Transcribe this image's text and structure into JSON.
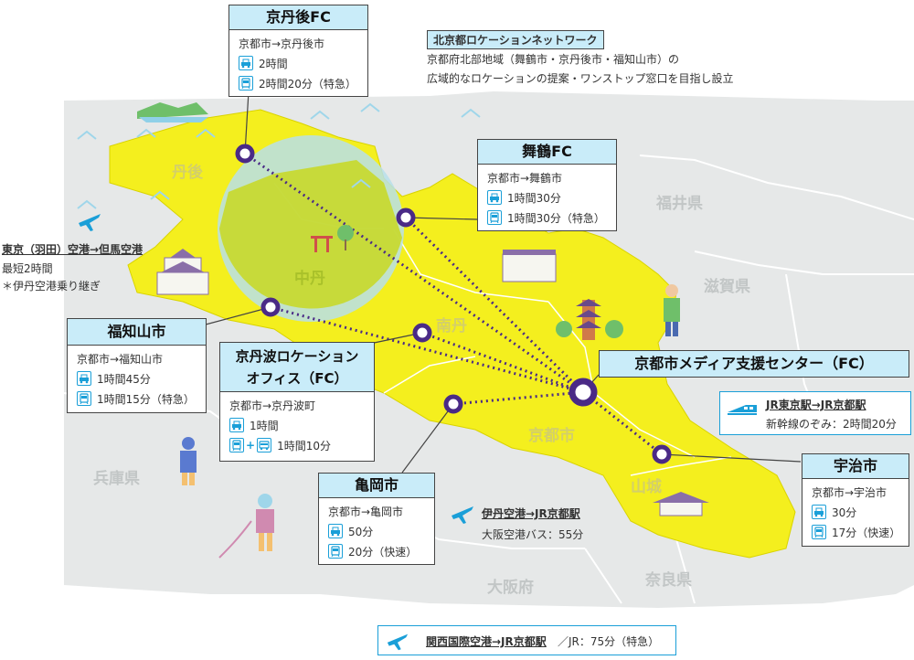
{
  "colors": {
    "land": "#f4ef1e",
    "greyland": "#e6e8e8",
    "circle": "#b7dfea",
    "point": "#4a2a86",
    "header": "#c9ecf9",
    "accent": "#1a9fd8"
  },
  "regions": {
    "tango": "丹後",
    "chutan": "中丹",
    "nantan": "南丹",
    "kyotoshi": "京都市",
    "yamashiro": "山城",
    "fukui": "福井県",
    "shiga": "滋賀県",
    "hyogo": "兵庫県",
    "osaka": "大阪府",
    "nara": "奈良県"
  },
  "network": {
    "title": "北京都ロケーションネットワーク",
    "desc_line1": "京都府北部地域（舞鶴市・京丹後市・福知山市）の",
    "desc_line2": "広域的なロケーションの提案・ワンストップ窓口を目指し設立"
  },
  "kyotango": {
    "title": "京丹後FC",
    "route": "京都市→京丹後市",
    "car": "2時間",
    "train": "2時間20分（特急）"
  },
  "maizuru": {
    "title": "舞鶴FC",
    "route": "京都市→舞鶴市",
    "car": "1時間30分",
    "train": "1時間30分（特急）"
  },
  "fukuchiyama": {
    "title": "福知山市",
    "route": "京都市→福知山市",
    "car": "1時間45分",
    "train": "1時間15分（特急）"
  },
  "kyotamba": {
    "title_line1": "京丹波ロケーション",
    "title_line2": "オフィス（FC）",
    "route": "京都市→京丹波町",
    "car": "1時間",
    "train": "1時間10分",
    "plus": "+"
  },
  "kameoka": {
    "title": "亀岡市",
    "route": "京都市→亀岡市",
    "car": "50分",
    "train": "20分（快速）"
  },
  "uji": {
    "title": "宇治市",
    "route": "京都市→宇治市",
    "car": "30分",
    "train": "17分（快速）"
  },
  "center": {
    "title": "京都市メディア支援センター（FC）"
  },
  "shinkansen": {
    "title": "JR東京駅→JR京都駅",
    "desc": "新幹線のぞみ：2時間20分"
  },
  "haneda": {
    "title": "東京（羽田）空港→但馬空港",
    "line1": "最短2時間",
    "line2": "＊伊丹空港乗り継ぎ"
  },
  "itami": {
    "title": "伊丹空港→JR京都駅",
    "desc": "大阪空港バス：55分"
  },
  "kansai": {
    "title": "関西国際空港→JR京都駅",
    "desc": "／JR：75分（特急）"
  },
  "icons": [
    "car-icon",
    "train-icon",
    "airplane-icon",
    "shinkansen-icon"
  ]
}
